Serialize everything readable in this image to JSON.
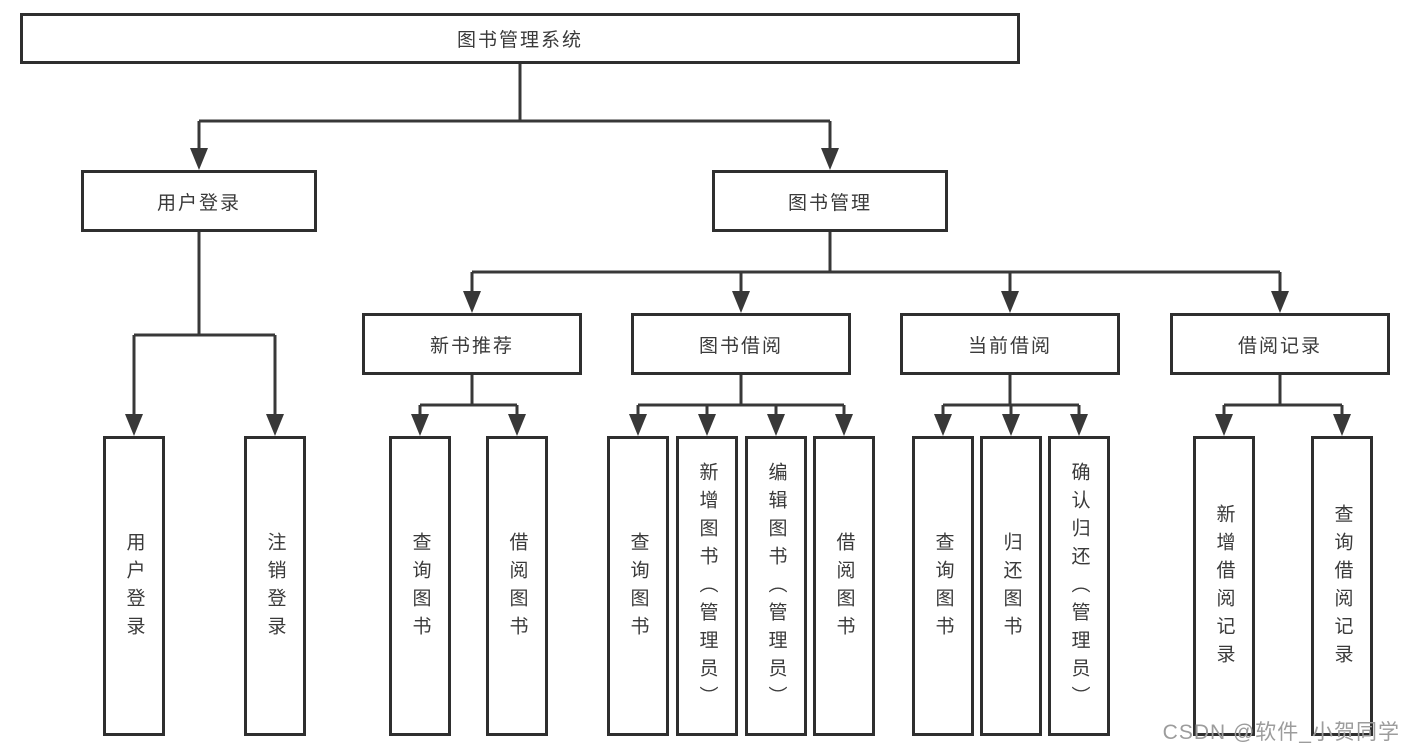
{
  "diagram": {
    "root_label": "图书管理系统",
    "level2": [
      "用户登录",
      "图书管理"
    ],
    "level3": [
      "新书推荐",
      "图书借阅",
      "当前借阅",
      "借阅记录"
    ],
    "leaves": {
      "user_login": [
        "用户登录",
        "注销登录"
      ],
      "new_book_recommend": [
        "查询图书",
        "借阅图书"
      ],
      "book_borrowing": [
        "查询图书",
        "新增图书（管理员）",
        "编辑图书（管理员）",
        "借阅图书"
      ],
      "current_borrowing": [
        "查询图书",
        "归还图书",
        "确认归还（管理员）"
      ],
      "borrow_records": [
        "新增借阅记录",
        "查询借阅记录"
      ]
    },
    "watermark": "CSDN @软件_小贺同学",
    "colors": {
      "line": "#383838",
      "box_border": "#2f2f2f",
      "text": "#3a3a3a",
      "watermark": "#9c9c9c",
      "background": "#ffffff"
    }
  }
}
